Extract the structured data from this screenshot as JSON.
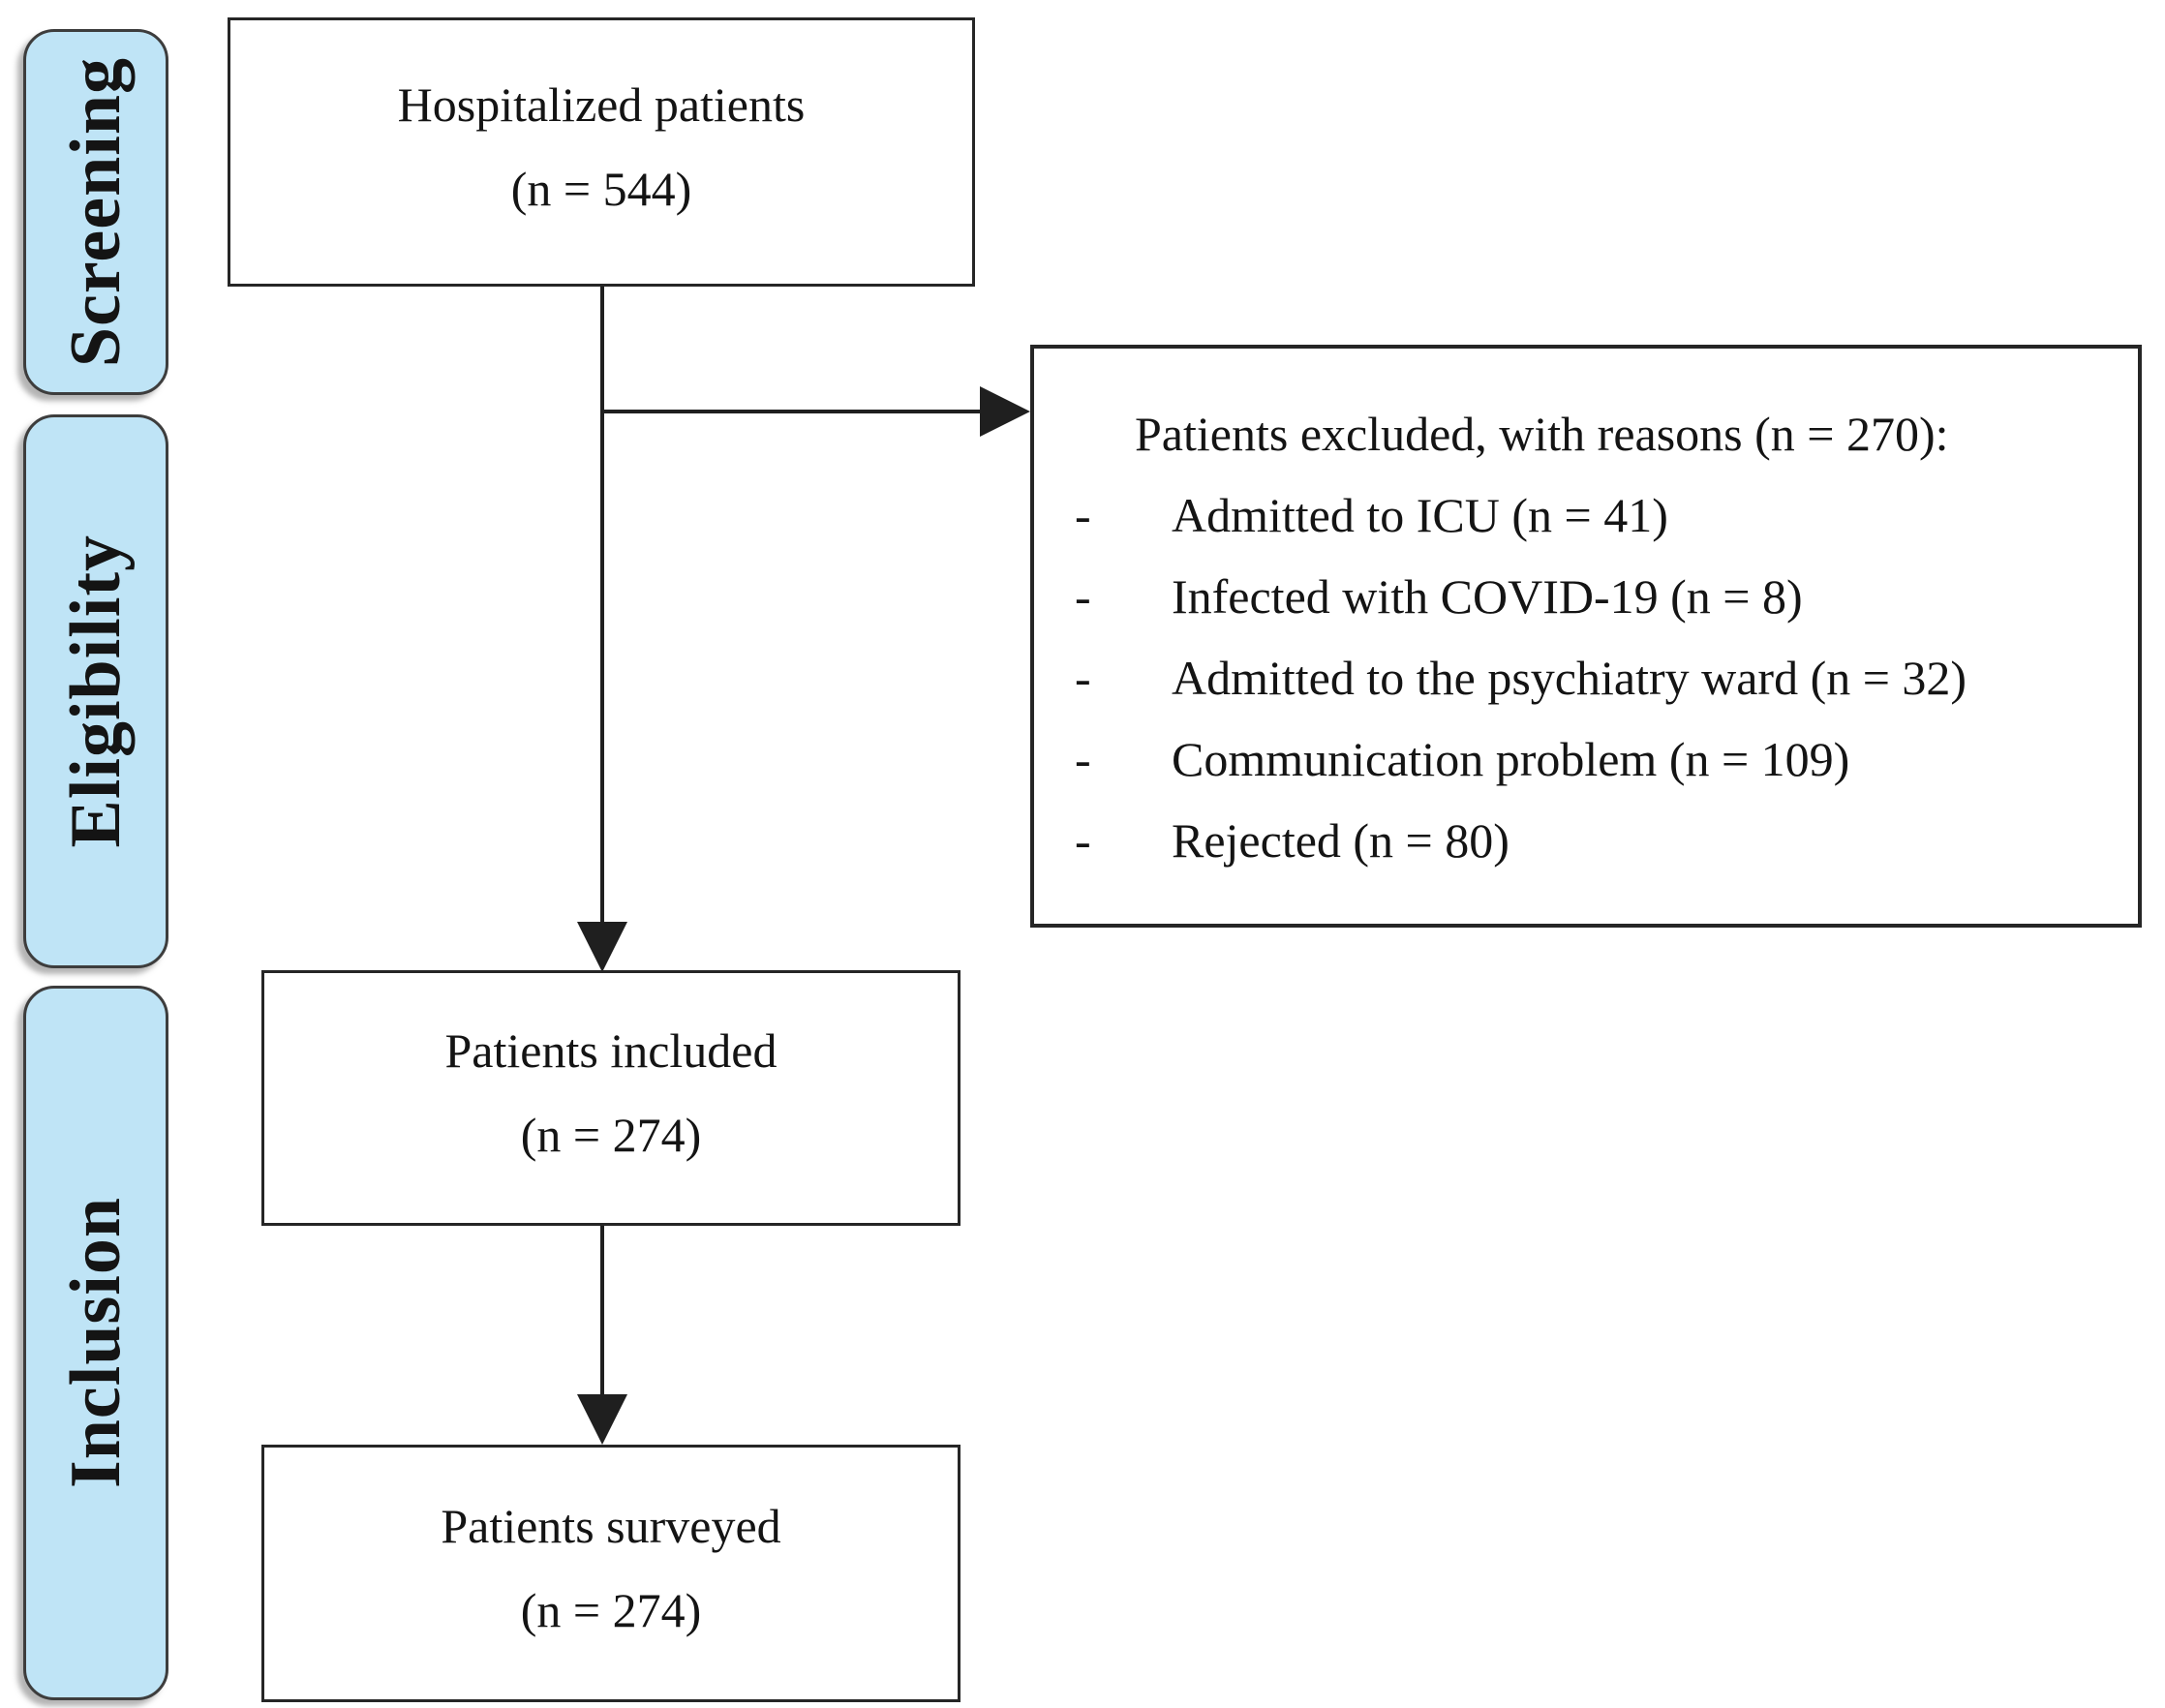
{
  "diagram": {
    "type": "patient-flow-chart",
    "stages": [
      {
        "label": "Screening"
      },
      {
        "label": "Eligibility"
      },
      {
        "label": "Inclusion"
      }
    ],
    "boxes": {
      "hospitalized": {
        "title": "Hospitalized patients",
        "count": "(n = 544)"
      },
      "excluded": {
        "title": "Patients excluded, with reasons (n = 270):",
        "bullet": "-",
        "items": [
          "Admitted to ICU (n = 41)",
          "Infected with COVID-19 (n = 8)",
          "Admitted to the psychiatry ward (n = 32)",
          "Communication problem (n = 109)",
          "Rejected (n = 80)"
        ]
      },
      "included": {
        "title": "Patients included",
        "count": "(n = 274)"
      },
      "surveyed": {
        "title": "Patients surveyed",
        "count": "(n = 274)"
      }
    },
    "colors": {
      "stage_fill": "#bfe4f6",
      "stage_border": "#3d3d3d",
      "box_border": "#262626",
      "arrow": "#1f1f1f",
      "text": "#141414",
      "background": "#ffffff"
    }
  }
}
